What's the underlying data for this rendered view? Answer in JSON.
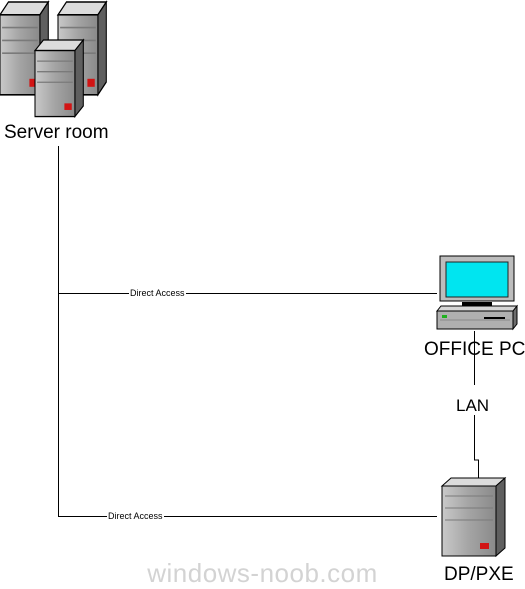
{
  "nodes": {
    "server_room": {
      "label": "Server room",
      "icon": "server-rack-icon"
    },
    "office_pcs": {
      "label": "OFFICE PC’s",
      "icon": "desktop-computer-icon"
    },
    "dp_pxe": {
      "label": "DP/PXE",
      "icon": "server-tower-icon"
    }
  },
  "edges": {
    "direct_access_1": {
      "label": "Direct Access"
    },
    "direct_access_2": {
      "label": "Direct Access"
    },
    "lan": {
      "label": "LAN"
    }
  },
  "watermark": "windows-noob.com",
  "colors": {
    "line": "#000000",
    "server_body": "#a9a9a9",
    "server_shade": "#6f6f6f",
    "monitor_screen": "#00e5f0",
    "indicator_red": "#d21414",
    "indicator_green": "#1fb11f",
    "watermark": "#d3d3d3"
  }
}
